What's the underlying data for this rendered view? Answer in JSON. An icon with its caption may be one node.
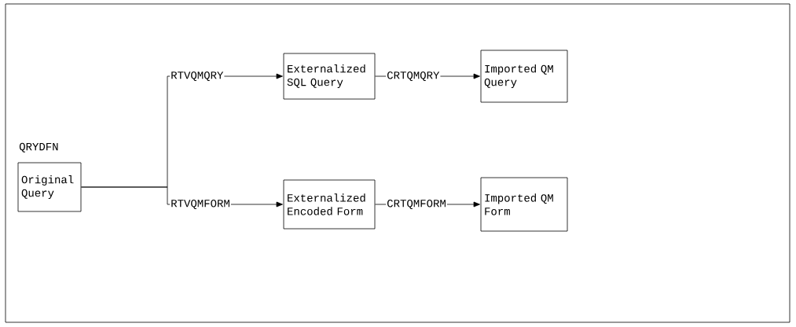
{
  "diagram": {
    "nodes": [
      {
        "text": [
          "Original Query"
        ],
        "beside": [
          "QRYDFN"
        ]
      },
      {
        "text": [
          "Externalized SQL Query"
        ]
      },
      {
        "text": [
          "Imported QM Query"
        ]
      },
      {
        "text": [
          "Externalized Encoded Form"
        ]
      },
      {
        "text": [
          "Imported QM Form"
        ]
      }
    ],
    "edges": [
      {
        "from": 0,
        "to": 1,
        "arrow": "to",
        "label": "RTVQMQRY"
      },
      {
        "from": 0,
        "to": 3,
        "arrow": "to",
        "label": "RTVQMFORM"
      },
      {
        "from": 1,
        "to": 2,
        "arrow": "to",
        "label": "CRTQMQRY"
      },
      {
        "from": 3,
        "to": 4,
        "arrow": "to",
        "label": "CRTQMFORM"
      }
    ]
  }
}
